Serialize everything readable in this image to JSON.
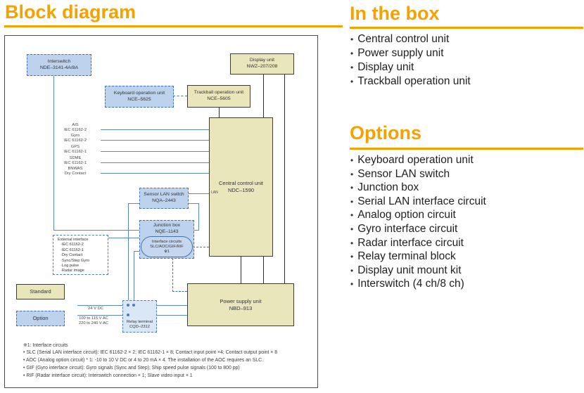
{
  "ui": {
    "bullet": "•",
    "dot": "·"
  },
  "colors": {
    "accent": "#F5A201",
    "tan_fill": "#E9E6BC",
    "blue_fill": "#BDD2EC",
    "line_blue": "#5C88C0",
    "line_dark": "#2F2F2F"
  },
  "page_title": "Block diagram",
  "in_the_box": {
    "heading": "In the box",
    "items": [
      "Central control unit",
      "Power supply unit",
      "Display unit",
      "Trackball operation unit"
    ]
  },
  "options": {
    "heading": "Options",
    "items": [
      "Keyboard operation unit",
      "Sensor LAN switch",
      "Junction box",
      "Serial LAN interface circuit",
      "Analog option circuit",
      "Gyro interface circuit",
      "Radar interface circuit",
      "Relay terminal block",
      "Display unit mount kit",
      "Interswitch (4 ch/8 ch)"
    ]
  },
  "diagram": {
    "interswitch": {
      "name": "Interswitch",
      "model": "NDE–3141-4A/8A"
    },
    "display_unit": {
      "name": "Display unit",
      "model": "NWZ–207/208"
    },
    "keyboard": {
      "name": "Keyboard operation unit",
      "model": "NCE–5625"
    },
    "trackball": {
      "name": "Trackball operation unit",
      "model": "NCE–5605"
    },
    "ccu": {
      "name": "Central control unit",
      "model": "NDC–1590",
      "lan_label": "LAN"
    },
    "sensor_lan": {
      "name": "Sensor LAN switch",
      "model": "NQA–2443"
    },
    "junction": {
      "name": "Junction box",
      "model": "NQE–1143"
    },
    "interface_pill": {
      "line1": "Interface circuits",
      "line2": "SLC/AOC/GIF/RIF",
      "line3": "※1"
    },
    "external_interface": {
      "title": "External interface",
      "items": [
        "IEC 61162-2",
        "IEC 61162-1",
        "Dry Contact",
        "Sync/Step Gyro",
        "Log pulse",
        "Radar image"
      ]
    },
    "legend": {
      "standard": "Standard",
      "option": "Option"
    },
    "relay": {
      "name": "Relay terminal",
      "model": "CQD–2312"
    },
    "psu": {
      "name": "Power supply unit",
      "model": "NBD–913"
    },
    "signals": [
      {
        "name": "AIS",
        "iface": "IEC 61162-2"
      },
      {
        "name": "Gyro",
        "iface": "IEC 61162-2"
      },
      {
        "name": "GPS",
        "iface": "IEC 61162-1"
      },
      {
        "name": "SDME",
        "iface": "IEC 61162-1"
      },
      {
        "name": "BNWAS",
        "iface": "Dry Contact"
      }
    ],
    "power_labels": {
      "dc": "24 V DC",
      "ac1": "100 to 115 V AC",
      "ac2": "220 to 240 V AC"
    },
    "footnotes": [
      "※1: Interface circuits",
      "• SLC (Serial LAN interface circuit): IEC 61162-2 × 2; IEC 61162-1 × 8; Contact input point ×4; Contact output point × 8",
      "• AOC (Analog option circuit) * 1: -10 to 10 V DC or 4 to 20 mA × 4. The installation of the AOC requires an SLC.",
      "• GIF (Gyro interface circuit): Gyro signals (Sync and Step); Ship speed pulse signals (100 to 800 pp)",
      "• RIF (Radar interface circuit): Interswitch connection × 1; Slave video input × 1"
    ]
  }
}
